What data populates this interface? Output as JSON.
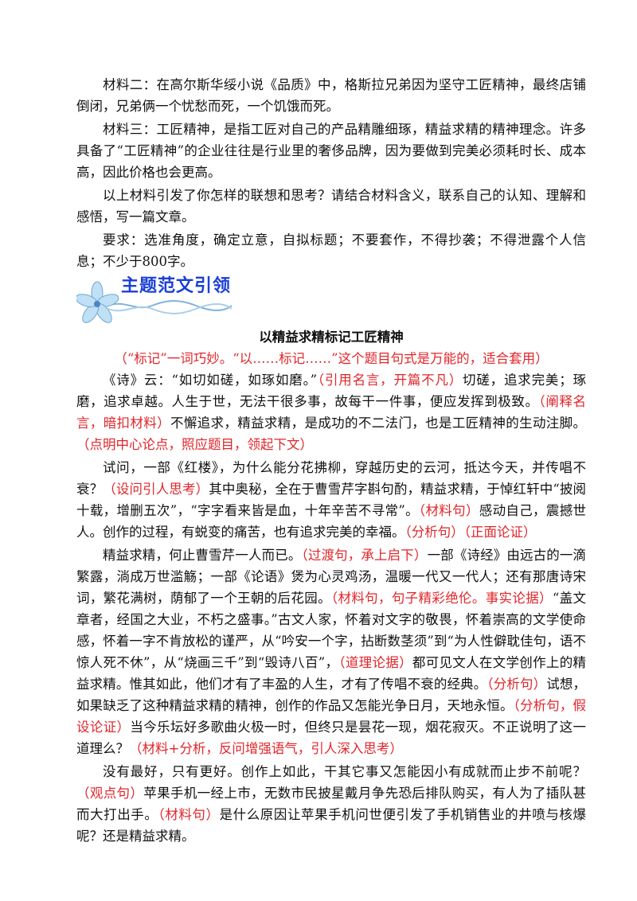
{
  "materials": {
    "material2": "材料二：在高尔斯华绥小说《品质》中，格斯拉兄弟因为坚守工匠精神，最终店铺倒闭，兄弟俩一个忧愁而死，一个饥饿而死。",
    "material3": "材料三：工匠精神，是指工匠对自己的产品精雕细琢，精益求精的精神理念。许多具备了“工匠精神”的企业往往是行业里的奢侈品牌，因为要做到完美必须耗时长、成本高，因此价格也会更高。",
    "prompt": "以上材料引发了你怎样的联想和思考？请结合材料含义，联系自己的认知、理解和感悟，写一篇文章。",
    "requirements": "要求：选准角度，确定立意，自拟标题；不要套作，不得抄袭；不得泄露个人信息；不少于800字。"
  },
  "banner": {
    "title": "主题范文引领",
    "icon": "flower-ribbon-icon"
  },
  "essay": {
    "title": "以精益求精标记工匠精神",
    "title_note": "（“标记”一词巧妙。“以……标记……”这个题目句式是万能的，适合套用）",
    "p1": [
      {
        "t": "《诗》云：“如切如磋，如琢如磨。”",
        "c": "n"
      },
      {
        "t": "（引用名言，开篇不凡）",
        "c": "r"
      },
      {
        "t": "切磋，追求完美；琢磨，追求卓越。人生于世，无法干很多事，故每干一件事，便应发挥到极致。",
        "c": "n"
      },
      {
        "t": "（阐释名言，暗扣材料）",
        "c": "r"
      },
      {
        "t": "不懈追求，精益求精，是成功的不二法门，也是工匠精神的生动注脚。",
        "c": "n"
      },
      {
        "t": "（点明中心论点，照应题目，领起下文）",
        "c": "r"
      }
    ],
    "p2": [
      {
        "t": "试问，一部《红楼》，为什么能分花拂柳，穿越历史的云河，抵达今天，并传唱不衰？",
        "c": "n"
      },
      {
        "t": "（设问引人思考）",
        "c": "r"
      },
      {
        "t": "其中奥秘，全在于曹雪芹字斟句酌，精益求精，于悼红轩中“披阅十载，增删五次”，“字字看来皆是血，十年辛苦不寻常”。",
        "c": "n"
      },
      {
        "t": "（材料句）",
        "c": "r"
      },
      {
        "t": "感动自己，震撼世人。创作的过程，有蜕变的痛苦，也有追求完美的幸福。",
        "c": "n"
      },
      {
        "t": "（分析句）（正面论证）",
        "c": "r"
      }
    ],
    "p3": [
      {
        "t": "精益求精，何止曹雪芹一人而已。",
        "c": "n"
      },
      {
        "t": "（过渡句，承上启下）",
        "c": "r"
      },
      {
        "t": "一部《诗经》由远古的一滴繁露，淌成万世滥觞；一部《论语》煲为心灵鸡汤，温暖一代又一代人；还有那唐诗宋词，繁花满树，荫郁了一个王朝的后花园。",
        "c": "n"
      },
      {
        "t": "（材料句，句子精彩绝伦。事实论据）",
        "c": "r"
      },
      {
        "t": "“盖文章者，经国之大业，不朽之盛事。”古文人家，怀着对文字的敬畏，怀着崇高的文学使命感，怀着一字不肯放松的谨严，从“吟安一个字，拈断数茎须”到“为人性僻耽佳句，语不惊人死不休”，从“烧画三千”到“毁诗八百”，",
        "c": "n"
      },
      {
        "t": "（道理论据）",
        "c": "r"
      },
      {
        "t": "都可见文人在文学创作上的精益求精。惟其如此，他们才有了丰盈的人生，才有了传唱不衰的经典。",
        "c": "n"
      },
      {
        "t": "（分析句）",
        "c": "r"
      },
      {
        "t": "试想，如果缺乏了这种精益求精的精神，创作的作品又怎能光争日月，天地永恒。",
        "c": "n"
      },
      {
        "t": "（分析句，假设论证）",
        "c": "r"
      },
      {
        "t": "当今乐坛好多歌曲火极一时，但终只是昙花一现，烟花寂灭。不正说明了这一道理么？",
        "c": "n"
      },
      {
        "t": "（材料+分析，反问增强语气，引人深入思考）",
        "c": "r"
      }
    ],
    "p4": [
      {
        "t": "没有最好，只有更好。创作上如此，干其它事又怎能因小有成就而止步不前呢？",
        "c": "n"
      },
      {
        "t": "（观点句）",
        "c": "r"
      },
      {
        "t": "苹果手机一经上市，无数市民披星戴月争先恐后排队购买，有人为了插队甚而大打出手。",
        "c": "n"
      },
      {
        "t": "（材料句）",
        "c": "r"
      },
      {
        "t": "是什么原因让苹果手机问世便引发了手机销售业的井喷与核爆呢？还是精益求精。",
        "c": "n"
      }
    ]
  }
}
